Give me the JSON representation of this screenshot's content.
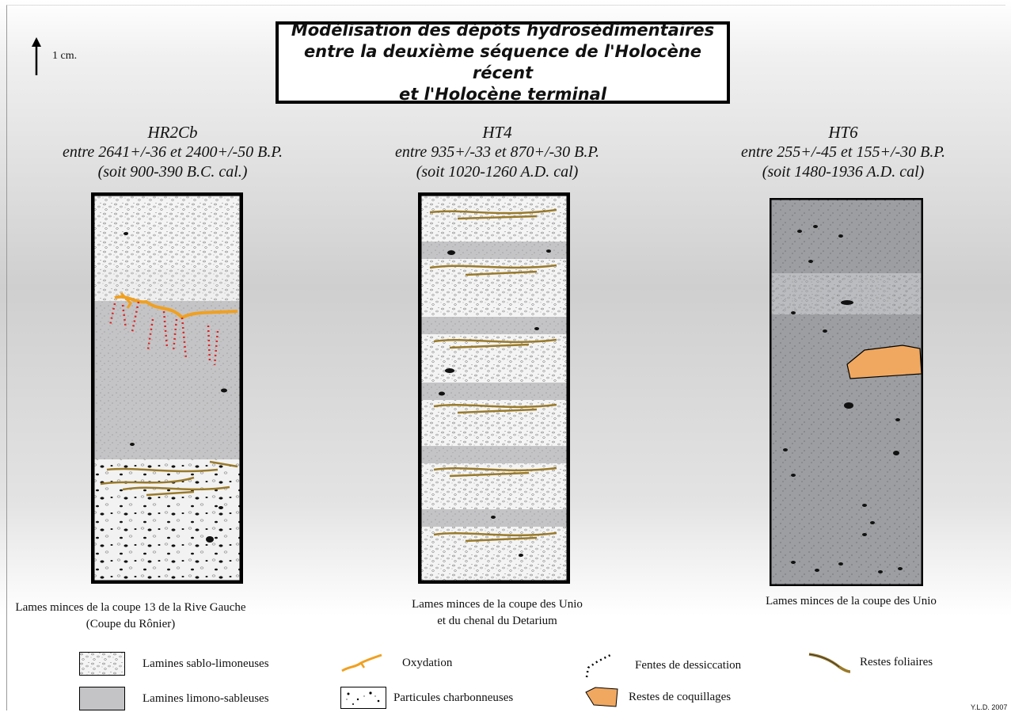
{
  "scale_label": "1 cm.",
  "title": {
    "line1": "Modèlisation des dépôts hydrosédimentaires",
    "line2": "entre la deuxième séquence de l'Holocène récent",
    "line3": "et l'Holocène terminal"
  },
  "columns": [
    {
      "code": "HR2Cb",
      "dates": "entre 2641+/-36 et 2400+/-50 B.P.",
      "calibrated": "(soit 900-390 B.C. cal.)",
      "caption_line1": "Lames minces de la coupe 13 de la Rive Gauche",
      "caption_line2": "(Coupe du Rônier)"
    },
    {
      "code": "HT4",
      "dates": "entre 935+/-33 et 870+/-30 B.P.",
      "calibrated": "(soit 1020-1260 A.D. cal)",
      "caption_line1": "Lames minces de la coupe des Unio",
      "caption_line2": "et du chenal du Detarium"
    },
    {
      "code": "HT6",
      "dates": "entre 255+/-45 et 155+/-30 B.P.",
      "calibrated": "(soit 1480-1936 A.D. cal)",
      "caption_line1": "Lames minces de la coupe des Unio",
      "caption_line2": ""
    }
  ],
  "legend": {
    "sandy_silt": "Lamines sablo-limoneuses",
    "silty_sand": "Lamines limono-sableuses",
    "oxidation": "Oxydation",
    "charcoal": "Particules charbonneuses",
    "desiccation": "Fentes de dessiccation",
    "shells": "Restes de coquillages",
    "leaf": "Restes foliaires"
  },
  "colors": {
    "oxidation": "#f0a020",
    "shell": "#f0a860",
    "leaf": "#9a7a2a",
    "desiccation": "#e02020",
    "silty_sand": "#c4c4c6",
    "dark_fill": "#9c9ea2"
  },
  "credit": "Y.L.D. 2007"
}
